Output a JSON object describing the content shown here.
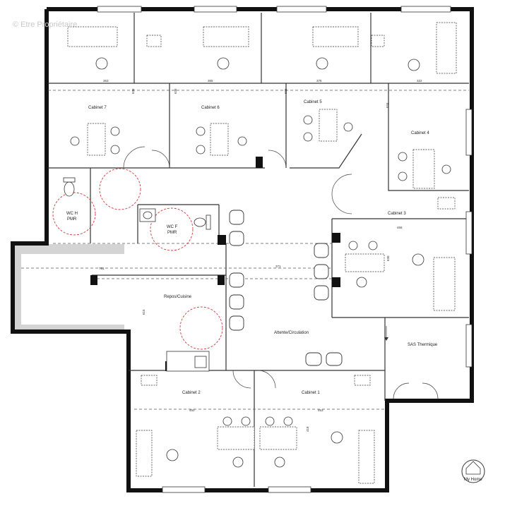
{
  "watermark": "© Etre Propriétaire",
  "logo": {
    "text": "My Home"
  },
  "rooms": {
    "cabinet_7": "Cabinet 7",
    "cabinet_6": "Cabinet 6",
    "cabinet_5": "Cabinet 5",
    "cabinet_4": "Cabinet 4",
    "cabinet_3": "Cabinet 3",
    "cabinet_2": "Cabinet 2",
    "cabinet_1": "Cabinet 1",
    "wc_h": "WC H",
    "wc_h_pmr": "PMR",
    "wc_f": "WC F",
    "wc_f_pmr": "PMR",
    "repos": "Repos/Cuisine",
    "attente": "Attente/Circulation",
    "sas": "SAS Thermique"
  },
  "dimensions": {
    "d1": "363",
    "d2": "365",
    "d3": "376",
    "d4": "322",
    "d5": "636",
    "d6": "636",
    "d7": "636",
    "d8": "634",
    "d9": "466",
    "d10": "630",
    "d11": "371",
    "d12": "761",
    "d13": "615",
    "d14": "450",
    "d15": "453",
    "d16": "418"
  },
  "colors": {
    "wall": "#111111",
    "line": "#444444",
    "circle": "#d23a3a",
    "dash": "#9a3a8a",
    "floor_grey": "#d4d4d4"
  }
}
